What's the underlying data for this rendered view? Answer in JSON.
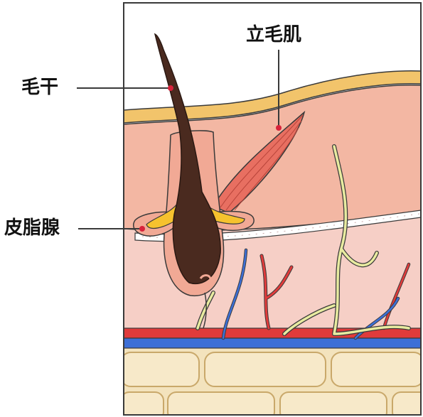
{
  "labels": {
    "hair_shaft": "毛干",
    "arrector_pili": "立毛肌",
    "sebaceous_gland": "皮脂腺"
  },
  "colors": {
    "outline": "#3a3a3a",
    "epidermis_top": "#f2c46b",
    "epidermis": "#f3b7a3",
    "dermis": "#f6cfc6",
    "hypodermis": "#f3e3bd",
    "fat_cell": "#f7e9c9",
    "hair": "#4a2a1f",
    "follicle": "#f1a995",
    "gland": "#f6c22e",
    "muscle": "#e86f61",
    "nerve": "#e8eba0",
    "artery": "#e03b3b",
    "vein": "#3d6fd6",
    "pointer_dot": "#d8223b"
  }
}
